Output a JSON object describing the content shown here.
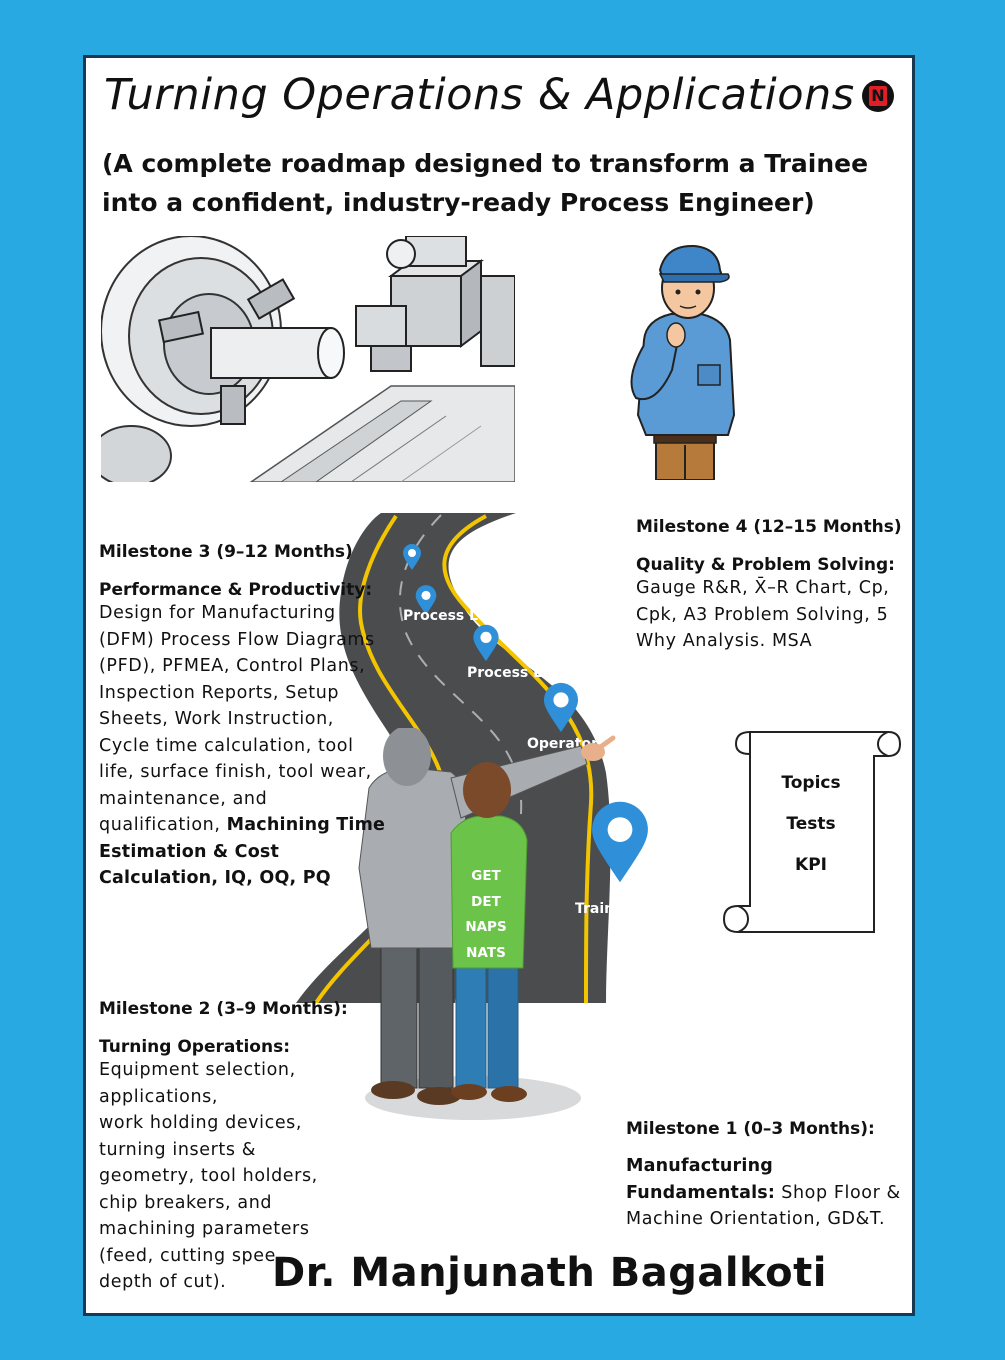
{
  "title": "Turning Operations & Applications",
  "subtitle": "(A complete roadmap designed to transform a Trainee into a confident, industry-ready Process Engineer)",
  "publisher_logo_letter": "N",
  "milestone3": {
    "heading": "Milestone 3 (9–12 Months)",
    "topic": "Performance & Productivity:",
    "lines": [
      "Design for Manufacturing",
      "(DFM) Process Flow Diagrams",
      "(PFD), PFMEA, Control Plans,",
      "Inspection Reports, Setup",
      "Sheets, Work Instruction,",
      "Cycle time calculation, tool",
      "life, surface finish, tool wear,",
      "maintenance, and"
    ],
    "last_plain": "qualification, ",
    "last_bold": "Machining Time",
    "bold_lines": [
      "Estimation & Cost",
      "Calculation, IQ, OQ, PQ"
    ]
  },
  "milestone4": {
    "heading": "Milestone 4 (12–15 Months)",
    "topic": "Quality & Problem Solving:",
    "lines": [
      "Gauge R&R, X̄–R Chart, Cp,",
      "Cpk, A3 Problem Solving, 5",
      "Why Analysis. MSA"
    ]
  },
  "milestone2": {
    "heading": "Milestone 2 (3–9 Months):",
    "topic": "Turning Operations:",
    "lines": [
      "Equipment selection,",
      "applications,",
      "work holding devices,",
      "turning inserts &",
      "geometry, tool holders,",
      "chip breakers, and",
      "machining parameters",
      "(feed, cutting spee",
      "depth of cut)."
    ]
  },
  "milestone1": {
    "heading": "Milestone 1 (0–3 Months):",
    "topic_line1": "Manufacturing",
    "topic_line2": "Fundamentals:",
    "text_after_topic": " Shop Floor &",
    "lines": [
      "Machine Orientation, GD&T."
    ]
  },
  "road_stages": [
    "Process Lead",
    "Process Engineer",
    "Operator",
    "Trainee"
  ],
  "shirt_text": [
    "GET",
    "DET",
    "NAPS",
    "NATS"
  ],
  "scroll_items": [
    "Topics",
    "Tests",
    "KPI"
  ],
  "author": "Dr. Manjunath Bagalkoti",
  "colors": {
    "background": "#29a9e1",
    "road": "#4a4c4e",
    "road_line": "#f2c500",
    "pin": "#2f8fd8",
    "shirt": "#6cc34a",
    "card_border": "#173a52"
  }
}
